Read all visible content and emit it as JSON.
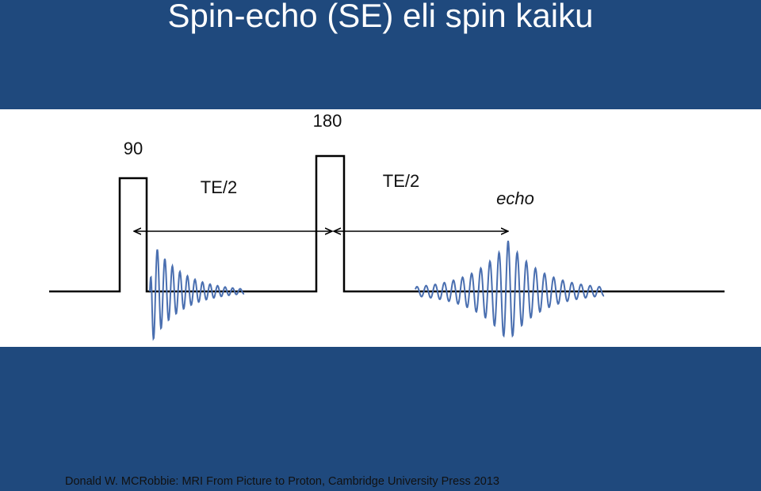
{
  "slide": {
    "title": "Spin-echo (SE) eli spin kaiku",
    "credit": "Donald W. MCRobbie: MRI From Picture to Proton, Cambridge University Press 2013"
  },
  "diagram": {
    "pulse_90_label": "90",
    "pulse_180_label": "180",
    "te_half_label_1": "TE/2",
    "te_half_label_2": "TE/2",
    "echo_label": "echo",
    "colors": {
      "background": "#1f497d",
      "panel": "#ffffff",
      "line": "#000000",
      "signal": "#4a6fb0"
    }
  }
}
